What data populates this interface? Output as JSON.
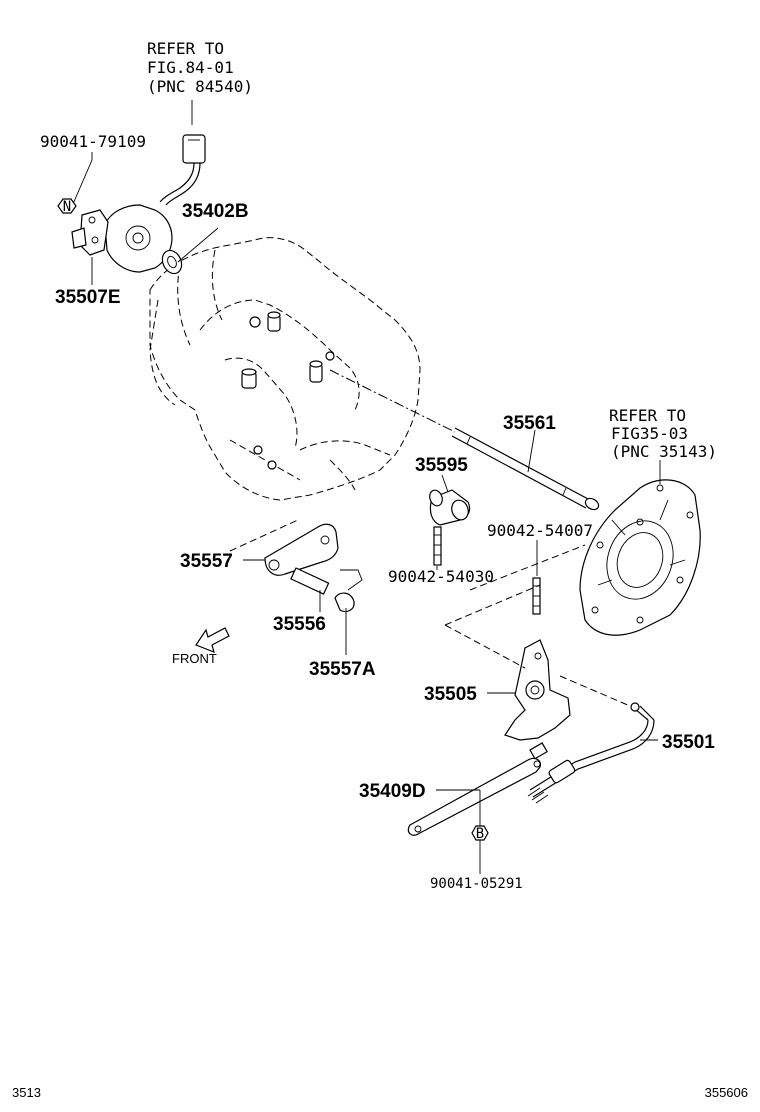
{
  "references": {
    "top": {
      "line1": "REFER TO",
      "line2": "FIG.84-01",
      "line3": "(PNC 84540)"
    },
    "right": {
      "line1": "REFER TO",
      "line2": "FIG35-03",
      "line3": "(PNC 35143)"
    }
  },
  "parts": {
    "p90041_79109": "90041-79109",
    "p35402B": "35402B",
    "p35507E": "35507E",
    "p35561": "35561",
    "p35595": "35595",
    "p90042_54007": "90042-54007",
    "p35557": "35557",
    "p90042_54030": "90042-54030",
    "p35556": "35556",
    "p35557A": "35557A",
    "p35505": "35505",
    "p35501": "35501",
    "p35409D": "35409D",
    "p90041_05291": "90041-05291"
  },
  "markers": {
    "n": "N",
    "b": "B"
  },
  "front_label": "FRONT",
  "footer": {
    "left": "3513",
    "right": "355606"
  }
}
